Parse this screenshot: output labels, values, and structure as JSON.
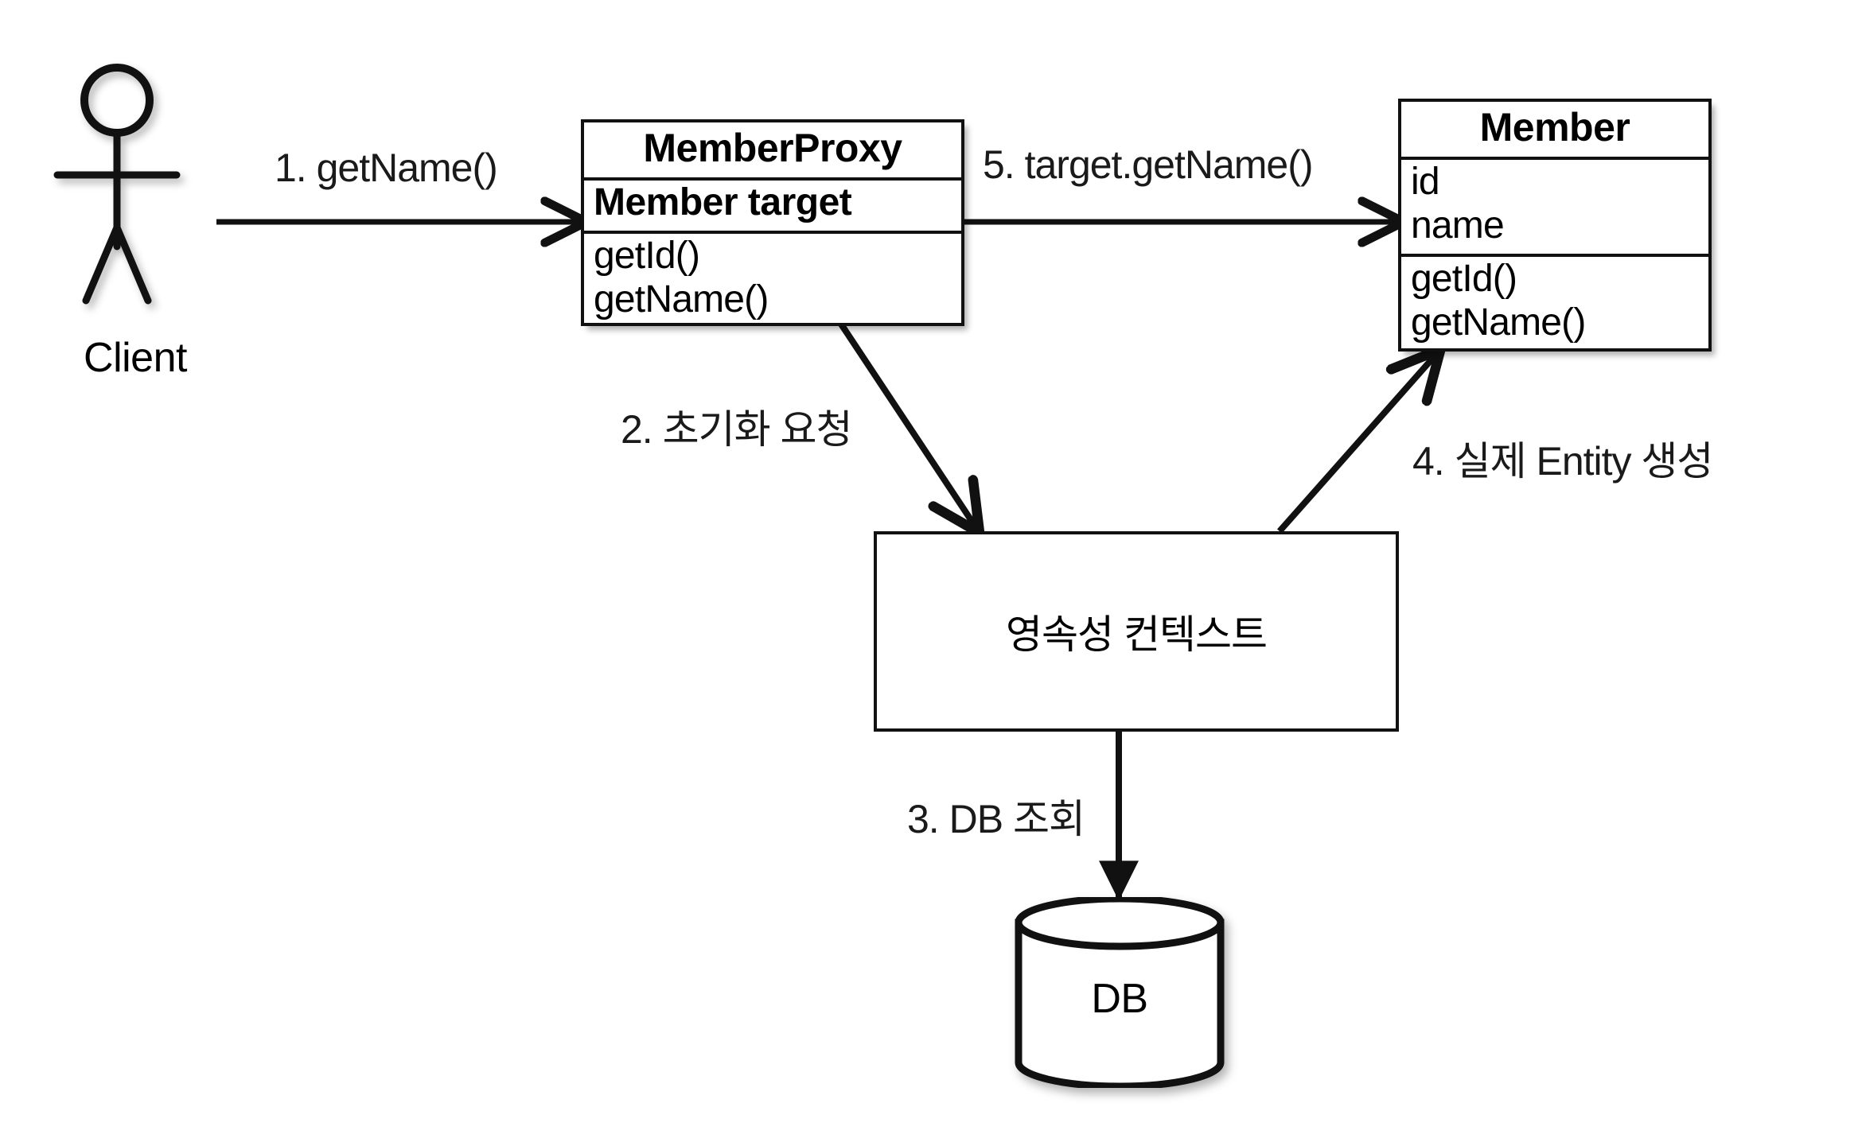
{
  "diagram": {
    "title": "JPA Proxy lazy-loading sequence diagram",
    "background_color": "#FFFFFF",
    "stroke_color": "#111111"
  },
  "actor": {
    "name": "client-actor",
    "label": "Client"
  },
  "classes": [
    {
      "id": "member-proxy",
      "title": "MemberProxy",
      "attributes": [
        "Member target"
      ],
      "attributes_bold": true,
      "methods": [
        "getId()",
        "getName()"
      ]
    },
    {
      "id": "member",
      "title": "Member",
      "attributes": [
        "id",
        "name"
      ],
      "attributes_bold": false,
      "methods": [
        "getId()",
        "getName()"
      ]
    }
  ],
  "member_proxy": {
    "title": "MemberProxy",
    "attribute_1": "Member target",
    "method_1": "getId()",
    "method_2": "getName()"
  },
  "member": {
    "title": "Member",
    "attribute_1": "id",
    "attribute_2": "name",
    "method_1": "getId()",
    "method_2": "getName()"
  },
  "persistence_context": {
    "label": "영속성 컨텍스트"
  },
  "database": {
    "label": "DB"
  },
  "edges": [
    {
      "id": "edge-1",
      "label": "1. getName()",
      "from": "Client",
      "to": "MemberProxy",
      "arrow": "open"
    },
    {
      "id": "edge-2",
      "label": "2. 초기화 요청",
      "from": "MemberProxy",
      "to": "영속성 컨텍스트",
      "arrow": "open"
    },
    {
      "id": "edge-3",
      "label": "3. DB 조회",
      "from": "영속성 컨텍스트",
      "to": "DB",
      "arrow": "filled"
    },
    {
      "id": "edge-4",
      "label": "4. 실제 Entity 생성",
      "from": "영속성 컨텍스트",
      "to": "Member",
      "arrow": "open"
    },
    {
      "id": "edge-5",
      "label": "5. target.getName()",
      "from": "MemberProxy",
      "to": "Member",
      "arrow": "open"
    }
  ],
  "edge_labels": {
    "e1": "1. getName()",
    "e2": "2. 초기화 요청",
    "e3": "3. DB 조회",
    "e4": "4. 실제 Entity 생성",
    "e5": "5. target.getName()"
  }
}
